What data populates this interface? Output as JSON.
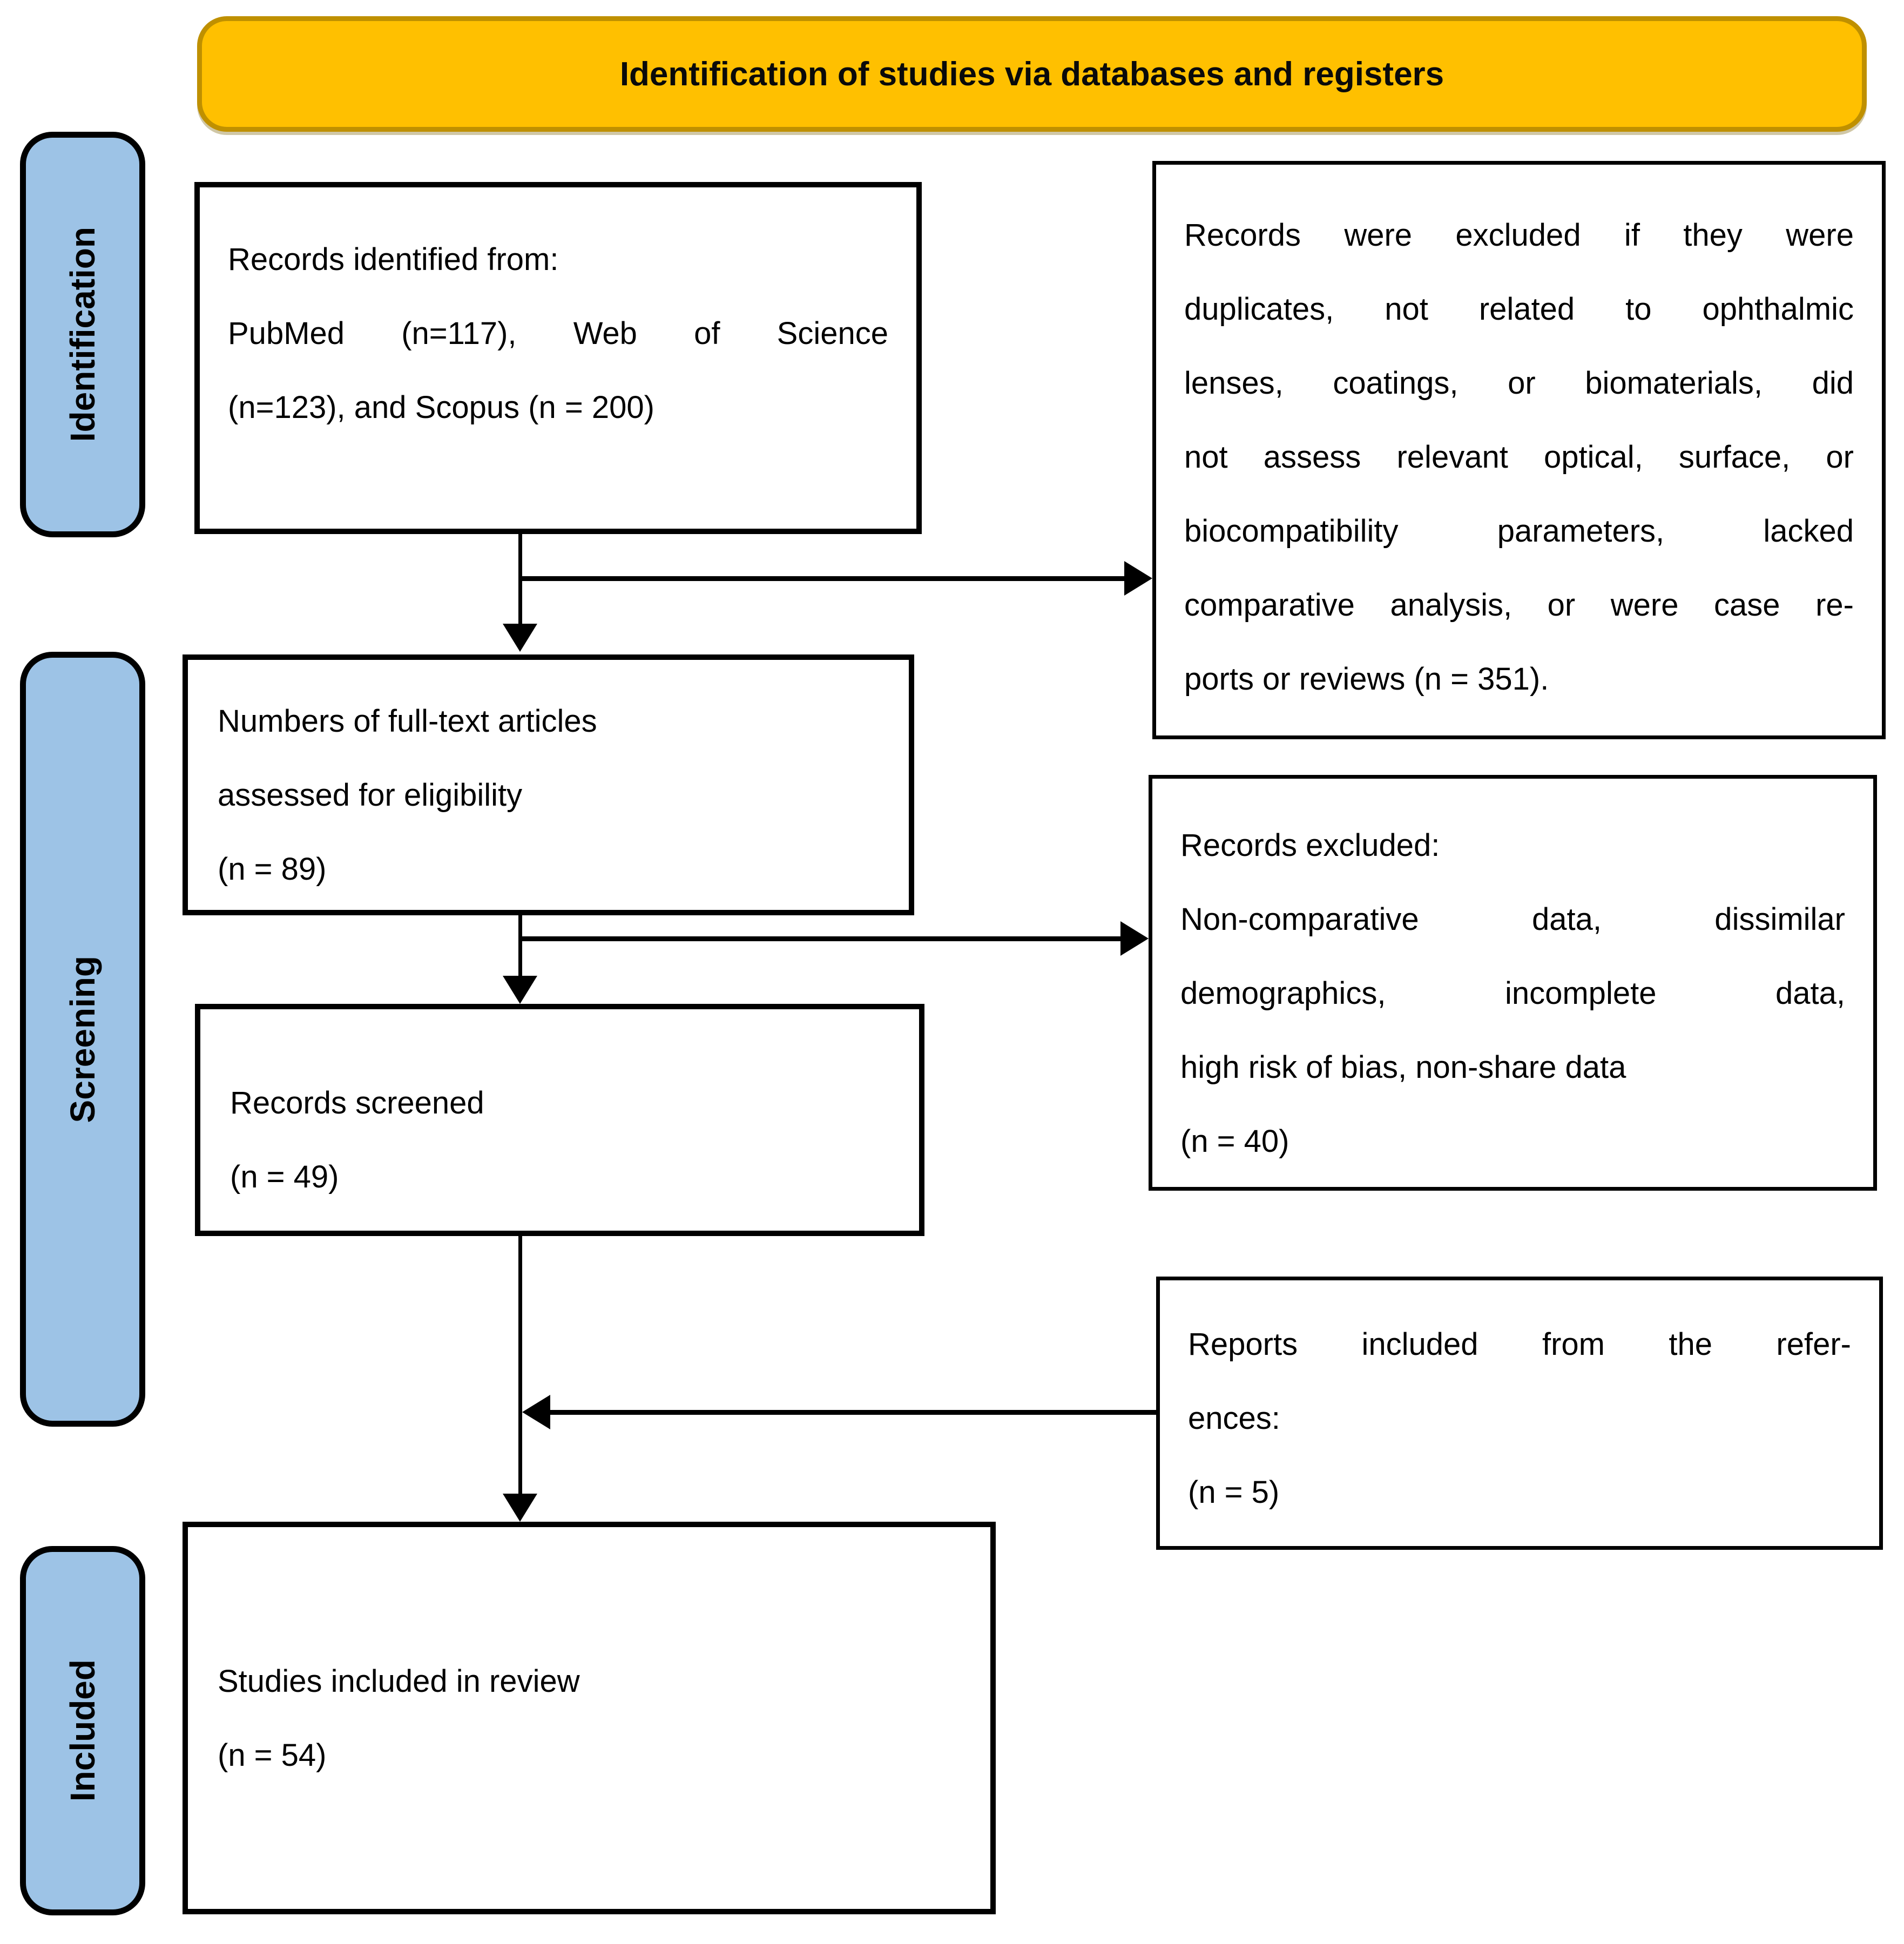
{
  "header": {
    "title": "Identification of studies via databases and registers"
  },
  "sidebar": {
    "identification_label": "Identification",
    "screening_label": "Screening",
    "included_label": "Included"
  },
  "boxes": {
    "records_identified": {
      "lines": [
        "Records identified from:",
        "PubMed (n=117), Web of Science",
        "(n=123), and Scopus (n = 200)"
      ]
    },
    "exclusion_criteria": {
      "lines": [
        "Records were excluded if they were",
        "duplicates, not related to ophthalmic",
        "lenses, coatings, or biomaterials, did",
        "not assess relevant optical, surface, or",
        "biocompatibility parameters, lacked",
        "comparative analysis, or were case re-",
        "ports or reviews (n = 351)."
      ]
    },
    "fulltext_assessed": {
      "lines": [
        "Numbers of full-text articles",
        "assessed for eligibility",
        "(n = 89)"
      ]
    },
    "records_excluded": {
      "lines": [
        "Records excluded:",
        "Non-comparative data, dissimilar",
        "demographics, incomplete data,",
        "high risk of bias, non-share data",
        "(n = 40)"
      ]
    },
    "records_screened": {
      "lines": [
        "Records screened",
        "(n = 49)"
      ]
    },
    "reports_from_references": {
      "lines": [
        "Reports included from the refer-",
        "ences:",
        "(n = 5)"
      ]
    },
    "studies_included": {
      "lines": [
        "Studies included in review",
        "(n = 54)"
      ]
    }
  },
  "colors": {
    "banner_fill": "#FFC000",
    "banner_border": "#BF9000",
    "stage_fill": "#9DC3E6",
    "box_fill": "#FFFFFF",
    "line_color": "#000000"
  }
}
